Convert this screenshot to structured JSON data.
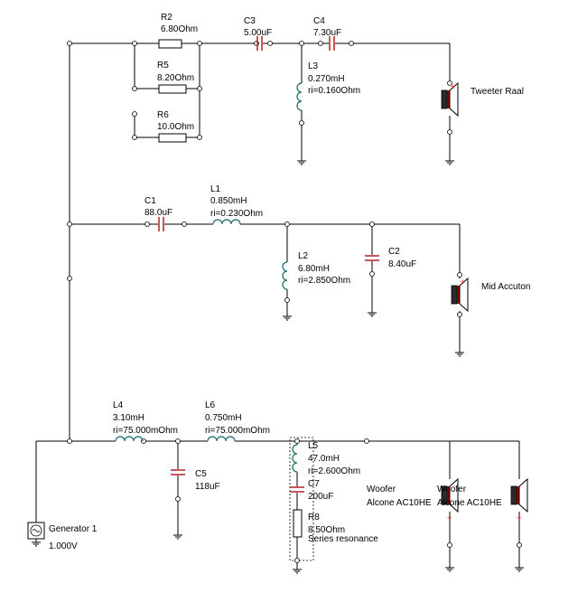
{
  "components": {
    "r2": {
      "name": "R2",
      "value": "6.80Ohm"
    },
    "r5": {
      "name": "R5",
      "value": "8.20Ohm"
    },
    "r6": {
      "name": "R6",
      "value": "10.0Ohm"
    },
    "c3": {
      "name": "C3",
      "value": "5.00uF"
    },
    "c4": {
      "name": "C4",
      "value": "7.30uF"
    },
    "l3": {
      "name": "L3",
      "value": "0.270mH",
      "ri": "ri=0.160Ohm"
    },
    "c1": {
      "name": "C1",
      "value": "88.0uF"
    },
    "l1": {
      "name": "L1",
      "value": "0.850mH",
      "ri": "ri=0.230Ohm"
    },
    "l2": {
      "name": "L2",
      "value": "6.80mH",
      "ri": "ri=2.850Ohm"
    },
    "c2": {
      "name": "C2",
      "value": "8.40uF"
    },
    "l4": {
      "name": "L4",
      "value": "3.10mH",
      "ri": "ri=75.000mOhm"
    },
    "l6": {
      "name": "L6",
      "value": "0.750mH",
      "ri": "ri=75.000mOhm"
    },
    "c5": {
      "name": "C5",
      "value": "118uF"
    },
    "l5": {
      "name": "L5",
      "value": "47.0mH",
      "ri": "ri=2.600Ohm"
    },
    "c7": {
      "name": "C7",
      "value": "200uF"
    },
    "r8": {
      "name": "R8",
      "value": "8.50Ohm",
      "note": "Series resonance"
    }
  },
  "speakers": {
    "tweeter": {
      "label": "Tweeter Raal"
    },
    "mid": {
      "label": "Mid Accuton"
    },
    "woofer1": {
      "label": "Woofer",
      "model": "Alcone AC10HE"
    },
    "woofer2": {
      "label": "Woofer",
      "model": "Alcone AC10HE"
    }
  },
  "generator": {
    "name": "Generator 1",
    "value": "1.000V"
  },
  "colors": {
    "wire": "#000000",
    "capacitor": "#b22222",
    "inductor": "#1f6b6b",
    "polarity": "#ff0000",
    "speaker_body": "#8b0000"
  }
}
